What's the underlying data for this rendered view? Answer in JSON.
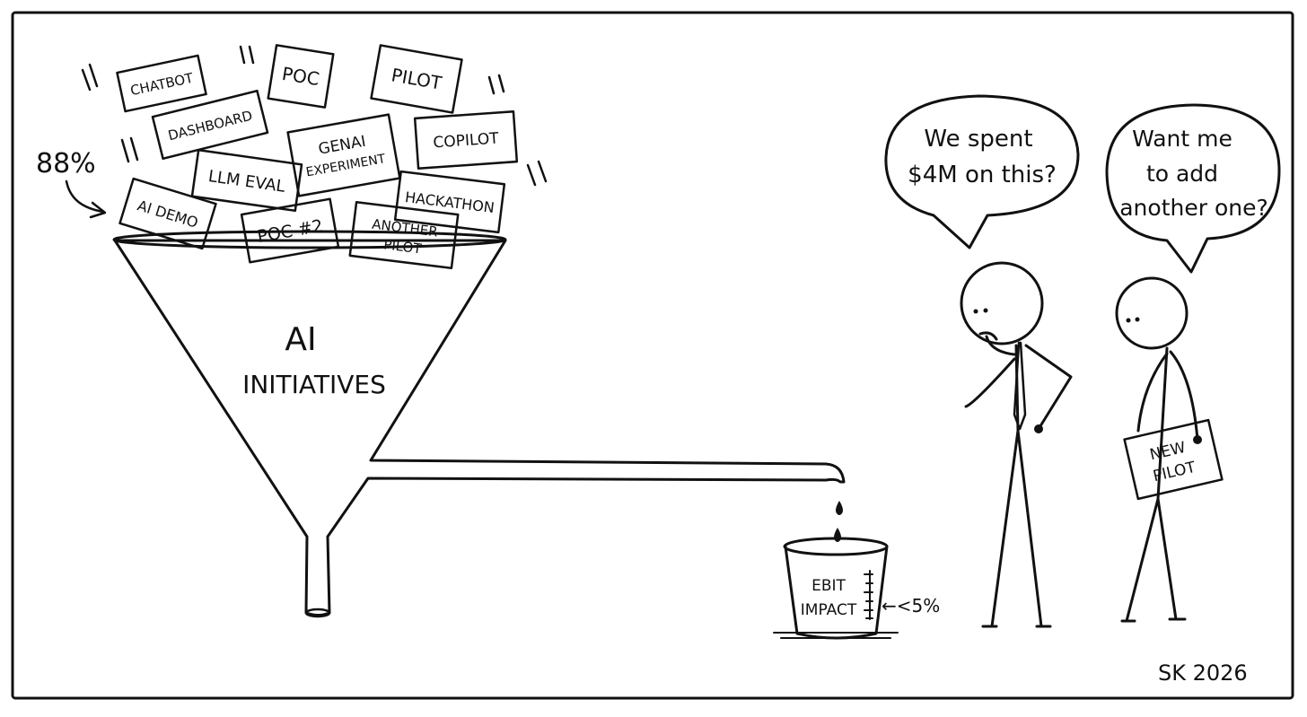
{
  "percent_label": "88%",
  "funnel": {
    "title_line1": "AI",
    "title_line2": "INITIATIVES"
  },
  "cards": {
    "chatbot": "CHATBOT",
    "dashboard": "DASHBOARD",
    "poc": "POC",
    "pilot": "PILOT",
    "genai_line1": "GENAI",
    "genai_line2": "EXPERIMENT",
    "copilot": "COPILOT",
    "llm_eval": "LLM EVAL",
    "hackathon": "HACKATHON",
    "ai_demo": "AI DEMO",
    "poc2": "POC #2",
    "another_pilot_line1": "ANOTHER",
    "another_pilot_line2": "PILOT"
  },
  "bucket": {
    "label_line1": "EBIT",
    "label_line2": "IMPACT",
    "level_label": "←<5%"
  },
  "bubble_left": {
    "line1": "We spent",
    "line2": "$4M on this?"
  },
  "bubble_right": {
    "line1": "Want me",
    "line2": "to add",
    "line3": "another one?"
  },
  "sign": {
    "line1": "NEW",
    "line2": "PILOT"
  },
  "signature": "SK 2026"
}
